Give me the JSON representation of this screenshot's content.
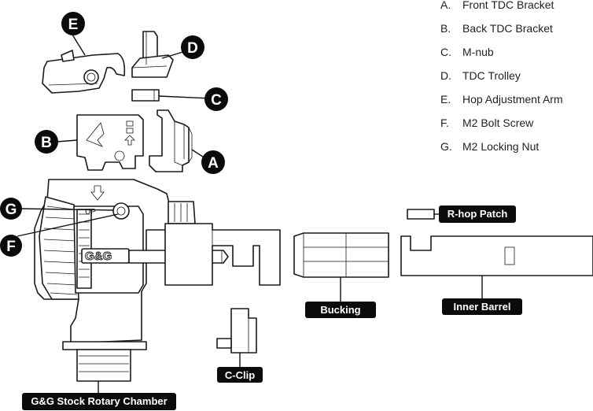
{
  "legend": [
    {
      "letter": "A.",
      "text": "Front TDC Bracket"
    },
    {
      "letter": "B.",
      "text": "Back TDC Bracket"
    },
    {
      "letter": "C.",
      "text": "M-nub"
    },
    {
      "letter": "D.",
      "text": "TDC Trolley"
    },
    {
      "letter": "E.",
      "text": "Hop Adjustment Arm"
    },
    {
      "letter": "F.",
      "text": "M2 Bolt Screw"
    },
    {
      "letter": "G.",
      "text": "M2 Locking Nut"
    }
  ],
  "callouts": {
    "a": "A",
    "b": "B",
    "c": "C",
    "d": "D",
    "e": "E",
    "f": "F",
    "g": "G"
  },
  "tags": {
    "rhop_patch": "R-hop Patch",
    "bucking": "Bucking",
    "inner_barrel": "Inner Barrel",
    "c_clip": "C-Clip",
    "chamber": "G&G Stock Rotary Chamber"
  },
  "chamber_marking": "G&G",
  "bracket_marking": "UP"
}
